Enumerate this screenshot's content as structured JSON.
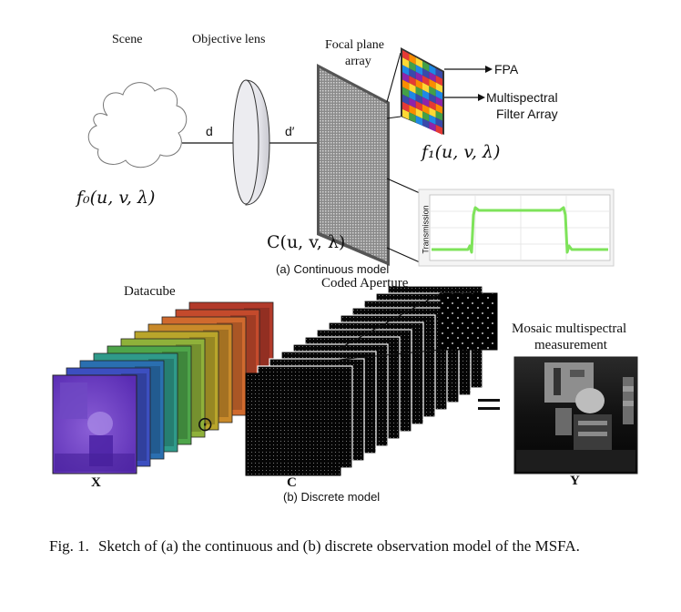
{
  "panel_a": {
    "scene_label": "Scene",
    "lens_label": "Objective lens",
    "fpa_label_line1": "Focal plane",
    "fpa_label_line2": "array",
    "d_label": "d",
    "dprime_label": "d′",
    "f0_label": "f₀(u, v, λ)",
    "f1_label": "f₁(u, v, λ)",
    "c_label": "C(u, v, λ)",
    "fpa_arrow_label": "FPA",
    "msfa_arrow_label_line1": "Multispectral",
    "msfa_arrow_label_line2": "Filter Array",
    "transmission_axis_label": "Transmission",
    "subcaption": "(a) Continuous model",
    "colors": {
      "transmission_curve": "#7ee35a"
    }
  },
  "panel_b": {
    "datacube_label": "Datacube",
    "coded_aperture_label": "Coded Aperture",
    "measurement_label_line1": "Mosaic multispectral",
    "measurement_label_line2": "measurement",
    "x_label": "X",
    "c_label": "C",
    "y_label": "Y",
    "odot_symbol": "⊙",
    "equals_symbol": "=",
    "subcaption": "(b) Discrete model"
  },
  "caption": {
    "number": "Fig. 1.",
    "text": "Sketch of (a) the continuous and (b) discrete observation model of the MSFA."
  }
}
